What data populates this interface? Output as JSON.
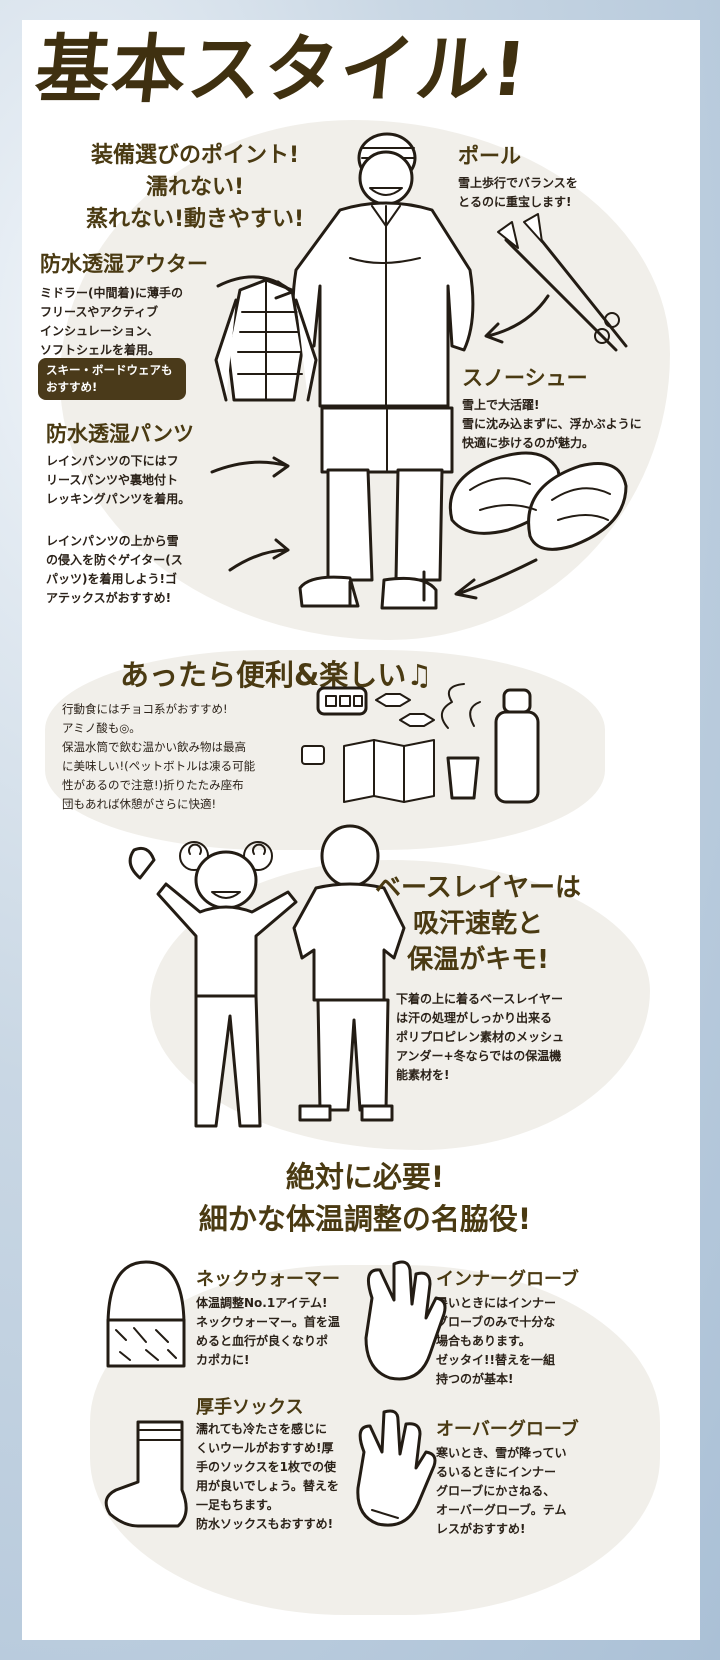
{
  "main_title": "基本スタイル!",
  "equipment": {
    "headline": "装備選びのポイント!\n濡れない!\n蒸れない!動きやすい!",
    "outer": {
      "title": "防水透湿アウター",
      "body": "ミドラー(中間着)に薄手の\nフリースやアクティブ\nインシュレーション、\nソフトシェルを着用。",
      "note": "スキー・ボードウェアも\nおすすめ!"
    },
    "pants": {
      "title": "防水透湿パンツ",
      "body": "レインパンツの下にはフ\nリースパンツや裏地付ト\nレッキングパンツを着用。"
    },
    "gaiter": {
      "body": "レインパンツの上から雪\nの侵入を防ぐゲイター(ス\nパッツ)を着用しよう!ゴ\nアテックスがおすすめ!"
    },
    "pole": {
      "title": "ポール",
      "body": "雪上歩行でバランスを\nとるのに重宝します!"
    },
    "snowshoe": {
      "title": "スノーシュー",
      "body": "雪上で大活躍!\n雪に沈み込まずに、浮かぶように\n快適に歩けるのが魅力。"
    }
  },
  "convenient": {
    "title": "あったら便利&楽しい♫",
    "body": "行動食にはチョコ系がおすすめ!\nアミノ酸も◎。\n保温水筒で飲む温かい飲み物は最高\nに美味しい!(ペットボトルは凍る可能\n性があるので注意!)折りたたみ座布\n団もあれば休憩がさらに快適!"
  },
  "base_layer": {
    "title": "ベースレイヤーは\n吸汗速乾と\n保温がキモ!",
    "body": "下着の上に着るベースレイヤー\nは汗の処理がしっかり出来る\nポリプロピレン素材のメッシュ\nアンダー+冬ならではの保温機\n能素材を!"
  },
  "essentials": {
    "title": "絶対に必要!\n細かな体温調整の名脇役!",
    "neck": {
      "title": "ネックウォーマー",
      "body": "体温調整No.1アイテム!\nネックウォーマー。首を温\nめると血行が良くなりポ\nカポカに!"
    },
    "inner_glove": {
      "title": "インナーグローブ",
      "body": "暑いときにはインナー\nグローブのみで十分な\n場合もあります。\nゼッタイ!!替えを一組\n持つのが基本!"
    },
    "socks": {
      "title": "厚手ソックス",
      "body": "濡れても冷たさを感じに\nくいウールがおすすめ!厚\n手のソックスを1枚での使\n用が良いでしょう。替えを\n一足もちます。\n防水ソックスもおすすめ!"
    },
    "over_glove": {
      "title": "オーバーグローブ",
      "body": "寒いとき、雪が降ってい\nるいるときにインナー\nグローブにかさねる、\nオーバーグローブ。テム\nレスがおすすめ!"
    }
  }
}
